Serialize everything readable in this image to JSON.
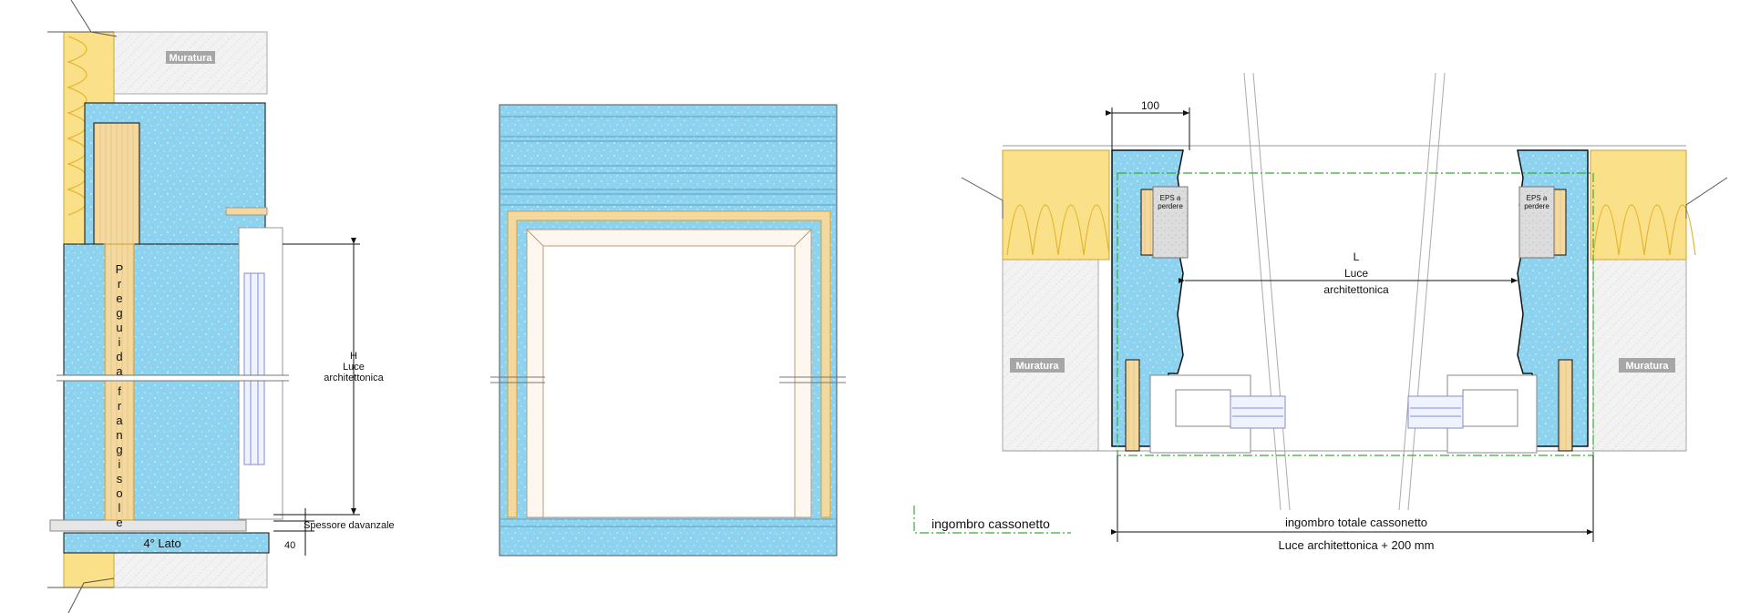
{
  "colors": {
    "eps_blue": "#8dd3f0",
    "wood": "#f3d8a0",
    "insulation": "#fbe08a",
    "insulation_wave": "#e2b62e",
    "masonry": "#e9e9e9",
    "tag_bg": "#a6a6a6",
    "dash_green": "#3aaa35",
    "line": "#222222"
  },
  "section_vertical": {
    "masonry_label": "Muratura",
    "vertical_text": [
      "P",
      "r",
      "e",
      "g",
      "u",
      "i",
      "d",
      "a",
      "f",
      "r",
      "a",
      "n",
      "g",
      "i",
      "s",
      "o",
      "l",
      "e"
    ],
    "h_letter": "H",
    "h_label_1": "Luce",
    "h_label_2": "architettonica",
    "sill_label": "Spessore davanzale",
    "sill_value": "40",
    "fourth_side_label": "4° Lato"
  },
  "section_horizontal": {
    "dim_top": "100",
    "eps_label_1": "EPS a",
    "eps_label_2": "perdere",
    "l_letter": "L",
    "l_label_1": "Luce",
    "l_label_2": "architettonica",
    "masonry_left": "Muratura",
    "masonry_right": "Muratura",
    "legend_label": "ingombro cassonetto",
    "total_label": "ingombro totale cassonetto",
    "total_formula": "Luce architettonica + 200 mm"
  }
}
